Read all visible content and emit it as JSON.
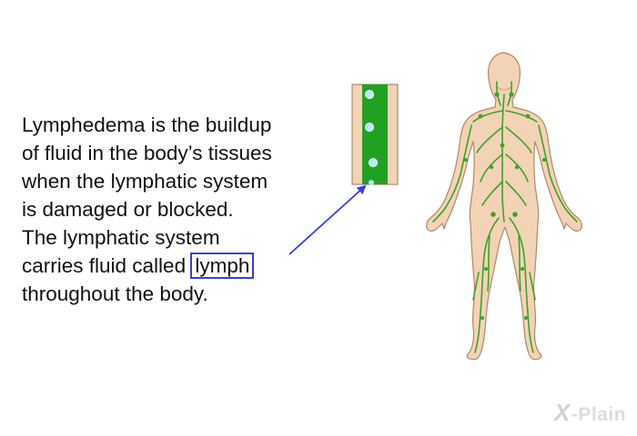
{
  "text": {
    "lines": [
      "Lymphedema is the buildup",
      "of fluid in the body’s tissues",
      "when the lymphatic system",
      "is damaged or blocked.",
      "The lymphatic system",
      "carries fluid called "
    ],
    "highlight_word": "lymph",
    "last_line": "throughout the body."
  },
  "watermark": {
    "x": "X",
    "text": "-Plain"
  },
  "colors": {
    "skin": "#f3d3b6",
    "skin_outline": "#b08866",
    "lymph": "#3fa12b",
    "vessel": "#22a024",
    "fluid_dot": "#aeeef0",
    "arrow": "#3a3fd6"
  },
  "icons": {
    "vessel_inset": "lymph-vessel-closeup-icon",
    "body_figure": "human-lymphatic-system-figure",
    "arrow": "pointer-arrow-icon"
  }
}
